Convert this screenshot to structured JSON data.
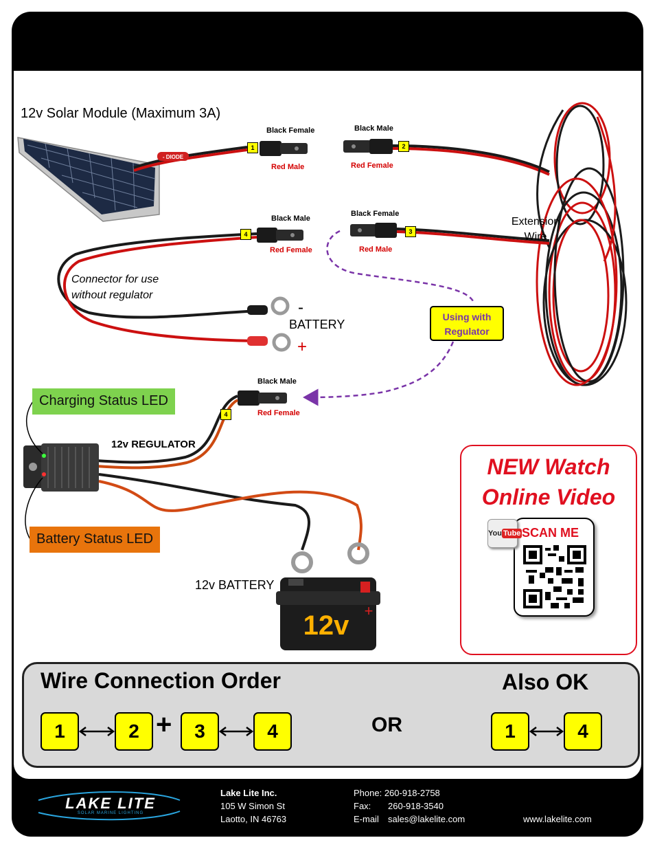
{
  "solar_module_title": "12v Solar Module (Maximum 3A)",
  "diode_label": "- DIODE",
  "connectors": {
    "c1": {
      "tag": "1",
      "top": "Black Female",
      "bottom": "Red Male"
    },
    "c2": {
      "tag": "2",
      "top": "Black Male",
      "bottom": "Red Female"
    },
    "c3": {
      "tag": "3",
      "top": "Black Female",
      "bottom": "Red Male"
    },
    "c4": {
      "tag": "4",
      "top": "Black Male",
      "bottom": "Red Female"
    },
    "c4b": {
      "tag": "4",
      "top": "Black Male",
      "bottom": "Red Female"
    }
  },
  "extension_wire": {
    "line1": "Extension",
    "line2": "Wire"
  },
  "no_regulator_note": {
    "line1": "Connector for use",
    "line2": "without regulator"
  },
  "battery_terminal": {
    "minus": "-",
    "label": "BATTERY",
    "plus": "+"
  },
  "regulator_note": {
    "line1": "Using with",
    "line2": "Regulator"
  },
  "charging_led": "Charging Status LED",
  "battery_led": "Battery Status LED",
  "regulator_label": "12v REGULATOR",
  "battery_label": "12v BATTERY",
  "battery_face": "12v",
  "video": {
    "line1": "NEW Watch",
    "line2": "Online Video",
    "scan": "SCAN ME",
    "yt1": "You",
    "yt2": "Tube"
  },
  "order": {
    "title": "Wire Connection Order",
    "seq": [
      "1",
      "2",
      "3",
      "4"
    ],
    "plus": "+",
    "or": "OR",
    "also_title": "Also OK",
    "also_seq": [
      "1",
      "4"
    ]
  },
  "footer": {
    "logo": "LAKE LITE",
    "logo_sub": "SOLAR MARINE LIGHTING",
    "company": "Lake Lite Inc.",
    "address1": "105 W Simon St",
    "address2": "Laotto, IN 46763",
    "phone": "Phone: 260-918-2758",
    "fax_label": "Fax:",
    "fax": "260-918-3540",
    "email_label": "E-mail",
    "email": "sales@lakelite.com",
    "website": "www.lakelite.com"
  },
  "colors": {
    "wire_red": "#cc1010",
    "wire_black": "#1a1a1a",
    "tag_yellow": "#ffff00",
    "charging_green": "#7ed24e",
    "battery_orange": "#e8740c",
    "dashed_purple": "#7a34a8",
    "video_red": "#e01020"
  }
}
